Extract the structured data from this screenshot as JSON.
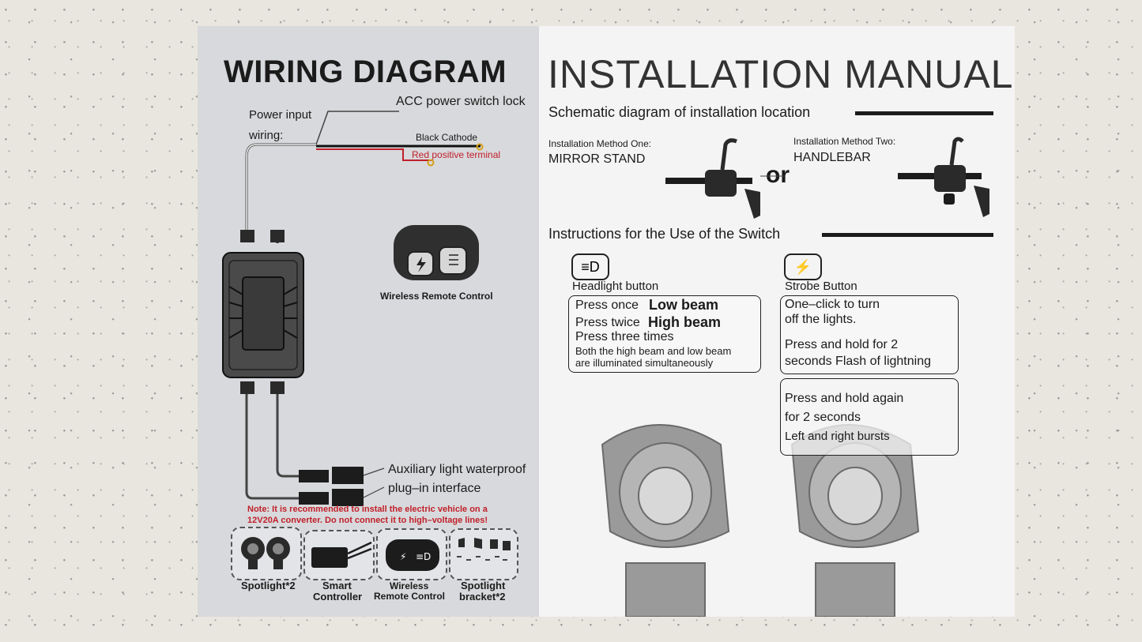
{
  "wiring": {
    "title": "WIRING DIAGRAM",
    "power_input_1": "Power input",
    "power_input_2": "wiring:",
    "acc": "ACC power switch lock",
    "black_cathode": "Black Cathode",
    "red_positive": "Red positive terminal",
    "remote_label": "Wireless Remote Control",
    "aux_1": "Auxiliary light waterproof",
    "aux_2": "plug–in interface",
    "note_1": "Note: It is recommended to install the electric vehicle on a",
    "note_2": "12V20A converter. Do not connect it to high–voltage lines!"
  },
  "accessories": [
    {
      "label_1": "Spotlight*2",
      "label_2": ""
    },
    {
      "label_1": "Smart",
      "label_2": "Controller"
    },
    {
      "label_1": "Wireless",
      "label_2": "Remote Control"
    },
    {
      "label_1": "Spotlight",
      "label_2": "bracket*2"
    }
  ],
  "install": {
    "title": "INSTALLATION MANUAL",
    "schematic": "Schematic diagram of installation location",
    "method_one_label": "Installation Method One:",
    "method_one": "MIRROR STAND",
    "or": "or",
    "method_two_label": "Installation Method Two:",
    "method_two": "HANDLEBAR",
    "instructions": "Instructions for the Use of the Switch",
    "headlight_button": "Headlight button",
    "strobe_button": "Strobe Button",
    "headlight_box": {
      "l1a": "Press once",
      "l1b": "Low beam",
      "l2a": "Press twice",
      "l2b": "High beam",
      "l3": "Press three times",
      "l4": "Both the high beam and low beam",
      "l5": "are illuminated simultaneously"
    },
    "strobe_box": {
      "l1": "One–click to turn",
      "l2": "off the lights.",
      "l3": "Press and hold for 2",
      "l4": "seconds Flash of lightning"
    },
    "burst_box": {
      "l1": "Press and hold again",
      "l2": "for 2 seconds",
      "l3": "Left and right bursts"
    }
  },
  "colors": {
    "wire_black": "#1b1b1b",
    "wire_red": "#c0202a",
    "note_red": "#c0202a",
    "panel_left": "#d8d9dc"
  },
  "icons": [
    "headlight-icon",
    "lightning-icon",
    "remote-control-icon",
    "controller-icon",
    "spotlight-icon"
  ]
}
